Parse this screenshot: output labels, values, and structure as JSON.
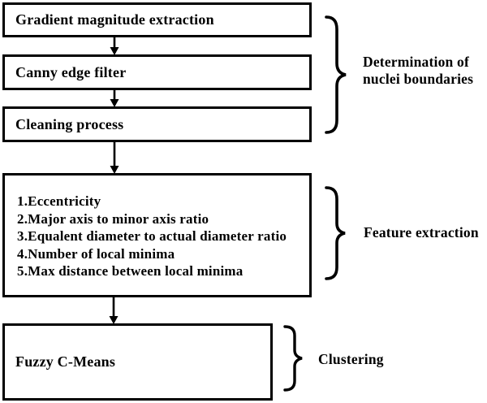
{
  "flowchart": {
    "steps": [
      {
        "label": "Gradient magnitude extraction"
      },
      {
        "label": "Canny edge filter"
      },
      {
        "label": "Cleaning process"
      },
      {
        "lines": [
          "1.Eccentricity",
          "2.Major axis to minor axis ratio",
          "3.Equalent diameter to actual diameter ratio",
          "4.Number of local minima",
          "5.Max distance between local minima"
        ]
      },
      {
        "label": "Fuzzy C-Means"
      }
    ],
    "stages": [
      {
        "label": "Determination of nuclei boundaries"
      },
      {
        "label": "Feature extraction"
      },
      {
        "label": "Clustering"
      }
    ]
  },
  "colors": {
    "ink": "#000000",
    "background": "#ffffff"
  }
}
